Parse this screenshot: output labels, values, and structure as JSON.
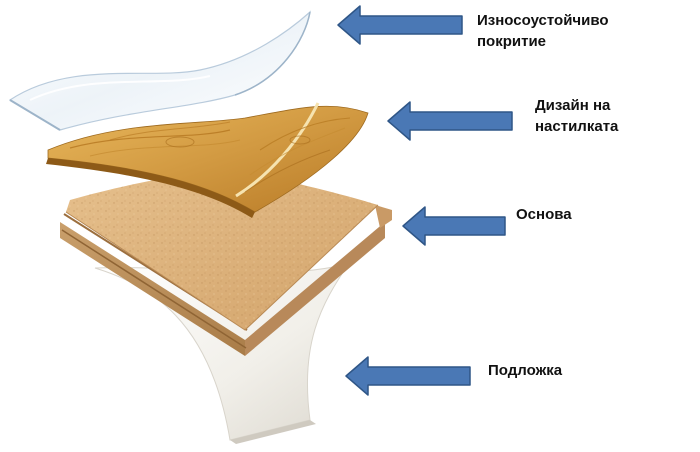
{
  "layers": [
    {
      "id": "wear",
      "lines": [
        "Износоустойчиво",
        "покритие"
      ]
    },
    {
      "id": "design",
      "lines": [
        "Дизайн на",
        "настилката"
      ]
    },
    {
      "id": "core",
      "lines": [
        "Основа"
      ]
    },
    {
      "id": "underlay",
      "lines": [
        "Подложка"
      ]
    }
  ],
  "colors": {
    "arrow_fill": "#4a78b5",
    "arrow_stroke": "#2f5687",
    "wood_light": "#d9a24a",
    "wood_dark": "#a96a1c",
    "core_face": "#d8ad78",
    "core_side": "#c0915b",
    "underlay": "#f2f0ea",
    "overlay_edge": "#c9d8e6"
  }
}
